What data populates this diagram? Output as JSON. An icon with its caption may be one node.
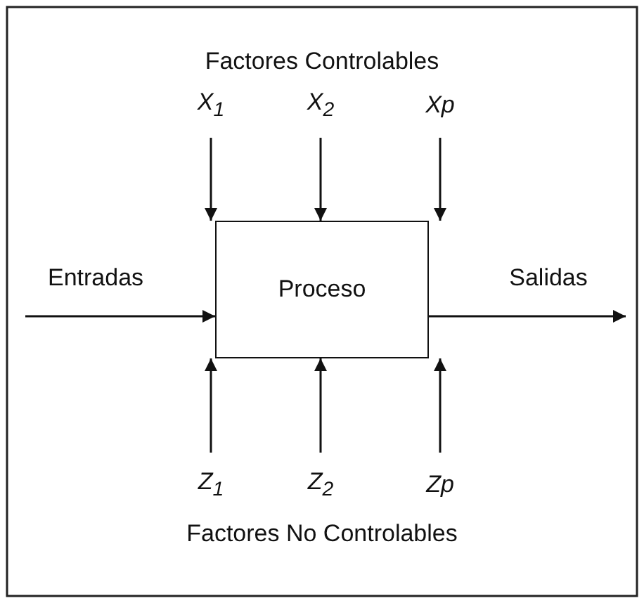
{
  "diagram": {
    "nodes": [
      {
        "text": [
          "Proceso"
        ]
      },
      {
        "text": [
          "X$_{1}$"
        ]
      },
      {
        "text": [
          "X$_{2}$"
        ]
      },
      {
        "text": [
          "Xp"
        ]
      },
      {
        "text": [
          "Z$_{1}$"
        ]
      },
      {
        "text": [
          "Z$_{2}$"
        ]
      },
      {
        "text": [
          "Zp"
        ]
      }
    ],
    "edges": [
      {
        "from": null,
        "to": 0,
        "arrow": "to",
        "label": "Entradas"
      },
      {
        "from": 0,
        "to": null,
        "arrow": "to",
        "label": "Salidas"
      },
      {
        "from": 1,
        "to": 0,
        "arrow": "to"
      },
      {
        "from": 2,
        "to": 0,
        "arrow": "to"
      },
      {
        "from": 3,
        "to": 0,
        "arrow": "to"
      },
      {
        "from": 4,
        "to": 0,
        "arrow": "to"
      },
      {
        "from": 5,
        "to": 0,
        "arrow": "to"
      },
      {
        "from": 6,
        "to": 0,
        "arrow": "to"
      }
    ],
    "labels": [
      "Factores Controlables",
      "Factores No Controlables"
    ]
  }
}
